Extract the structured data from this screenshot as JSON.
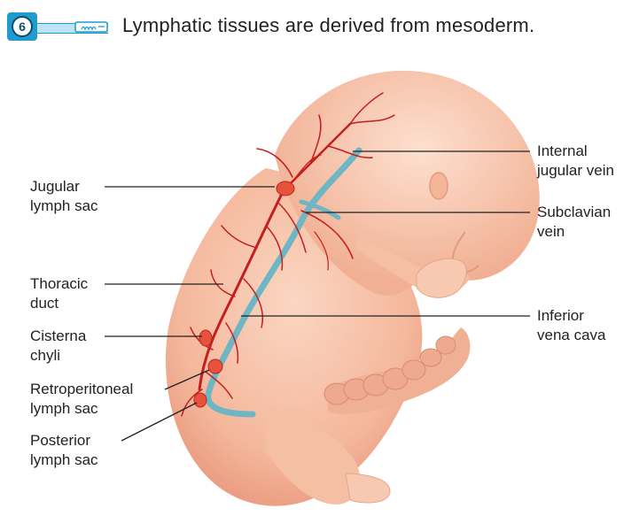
{
  "header": {
    "badge_number": "6",
    "text": "Lymphatic tissues are derived from mesoderm."
  },
  "labels": {
    "internal_jugular": [
      "Internal",
      "jugular vein"
    ],
    "jugular_lymph_sac": [
      "Jugular",
      "lymph sac"
    ],
    "subclavian": [
      "Subclavian",
      "vein"
    ],
    "thoracic_duct": [
      "Thoracic",
      "duct"
    ],
    "inferior_vena_cava": [
      "Inferior",
      "vena cava"
    ],
    "cisterna_chyli": [
      "Cisterna",
      "chyli"
    ],
    "retroperitoneal": [
      "Retroperitoneal",
      "lymph sac"
    ],
    "posterior_lymph_sac": [
      "Posterior",
      "lymph sac"
    ]
  },
  "colors": {
    "skin": "#f6c1a6",
    "skin_shadow": "#e89a80",
    "lymph_vessel": "#c41e1e",
    "lymph_sac": "#e8523c",
    "vein": "#6fb6c4",
    "badge": "#1f9bd0"
  }
}
